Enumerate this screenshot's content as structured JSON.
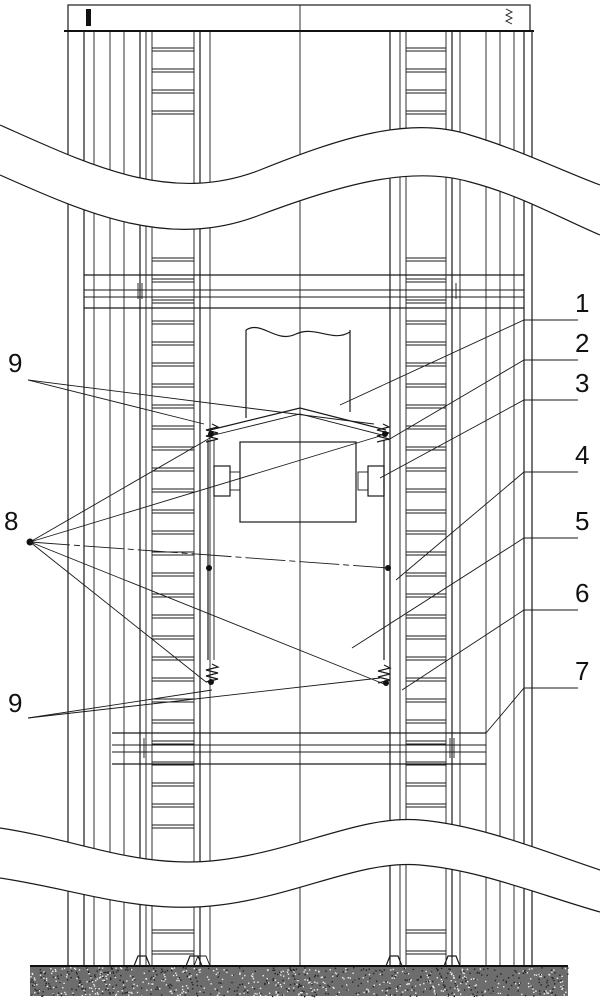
{
  "labels": {
    "l1": "1",
    "l2": "2",
    "l3": "3",
    "l4": "4",
    "l5": "5",
    "l6": "6",
    "l7": "7",
    "l8": "8",
    "l9a": "9",
    "l9b": "9"
  }
}
